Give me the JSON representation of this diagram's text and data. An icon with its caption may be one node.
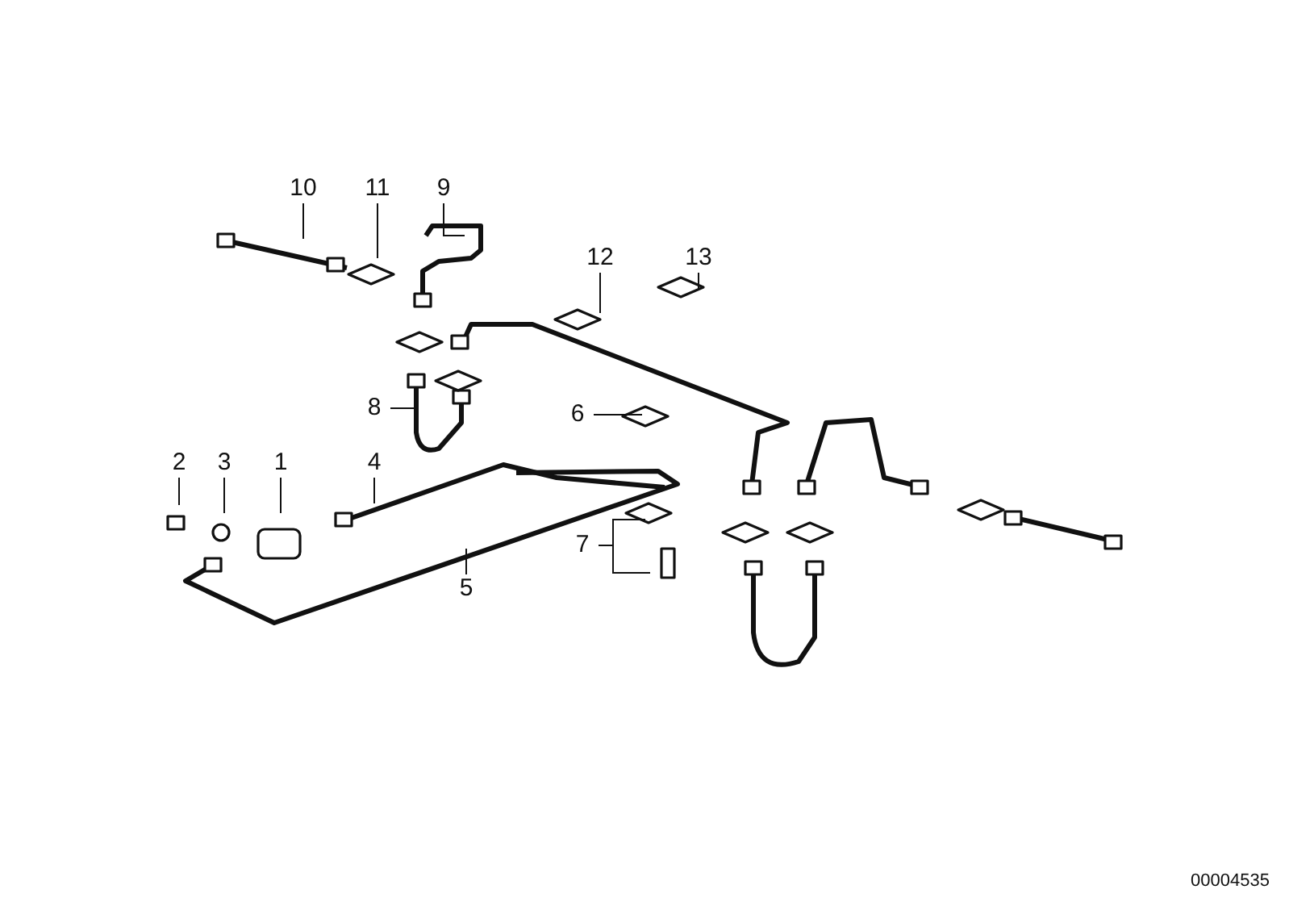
{
  "diagram": {
    "nodes": [
      {
        "text": [
          "10"
        ]
      },
      {
        "text": [
          "11"
        ]
      },
      {
        "text": [
          "9"
        ]
      },
      {
        "text": [
          "12"
        ]
      },
      {
        "text": [
          "13"
        ]
      },
      {
        "text": [
          "8"
        ]
      },
      {
        "text": [
          "6"
        ]
      },
      {
        "text": [
          "2"
        ]
      },
      {
        "text": [
          "3"
        ]
      },
      {
        "text": [
          "1"
        ]
      },
      {
        "text": [
          "4"
        ]
      },
      {
        "text": [
          "7"
        ]
      },
      {
        "text": [
          "5"
        ]
      }
    ],
    "edges": [
      {
        "from": 0,
        "to": null,
        "arrow": "none"
      },
      {
        "from": 1,
        "to": null,
        "arrow": "none"
      },
      {
        "from": 2,
        "to": null,
        "arrow": "none"
      },
      {
        "from": 3,
        "to": null,
        "arrow": "none"
      },
      {
        "from": 4,
        "to": null,
        "arrow": "none"
      },
      {
        "from": 5,
        "to": null,
        "arrow": "none"
      },
      {
        "from": 6,
        "to": null,
        "arrow": "none"
      },
      {
        "from": 7,
        "to": null,
        "arrow": "none"
      },
      {
        "from": 8,
        "to": null,
        "arrow": "none"
      },
      {
        "from": 9,
        "to": null,
        "arrow": "none"
      },
      {
        "from": 10,
        "to": null,
        "arrow": "none"
      },
      {
        "from": 11,
        "to": null,
        "arrow": "none"
      },
      {
        "from": 11,
        "to": null,
        "arrow": "none"
      },
      {
        "from": 12,
        "to": null,
        "arrow": "none"
      }
    ],
    "labels": [
      "00004535"
    ]
  }
}
